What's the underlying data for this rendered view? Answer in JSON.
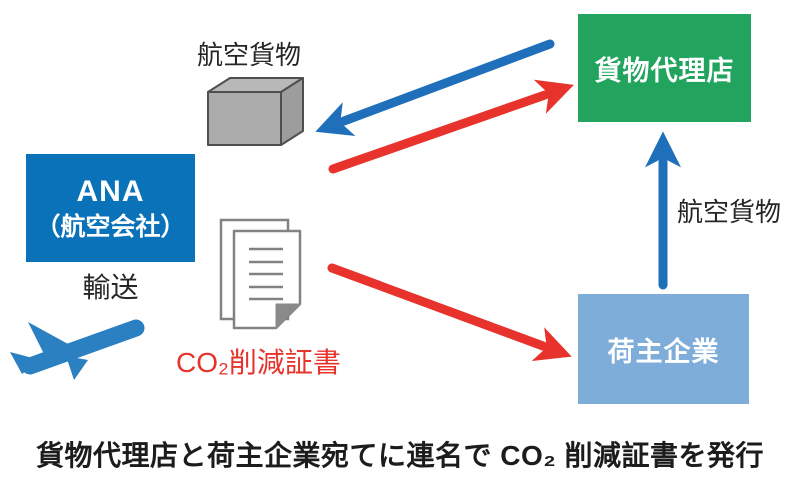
{
  "nodes": {
    "ana": {
      "line1": "ANA",
      "line2": "（航空会社）"
    },
    "agency": {
      "label": "貨物代理店"
    },
    "shipper": {
      "label": "荷主企業"
    }
  },
  "labels": {
    "air_cargo_top": "航空貨物",
    "air_cargo_right": "航空貨物",
    "transport": "輸送",
    "co2_certificate": "CO₂削減証書"
  },
  "caption": "貨物代理店と荷主企業宛てに連名で CO₂ 削減証書を発行",
  "colors": {
    "ana_box": "#0a72b9",
    "agency_box": "#22a45e",
    "shipper_box": "#7fadd9",
    "blue_arrow": "#1f6fba",
    "red_arrow": "#e7332c",
    "airplane": "#2b80c2",
    "certificate_text": "#e7332c"
  },
  "icons": {
    "cargo_box": "cargo-box-icon",
    "certificate": "document-icon",
    "airplane": "airplane-icon"
  }
}
